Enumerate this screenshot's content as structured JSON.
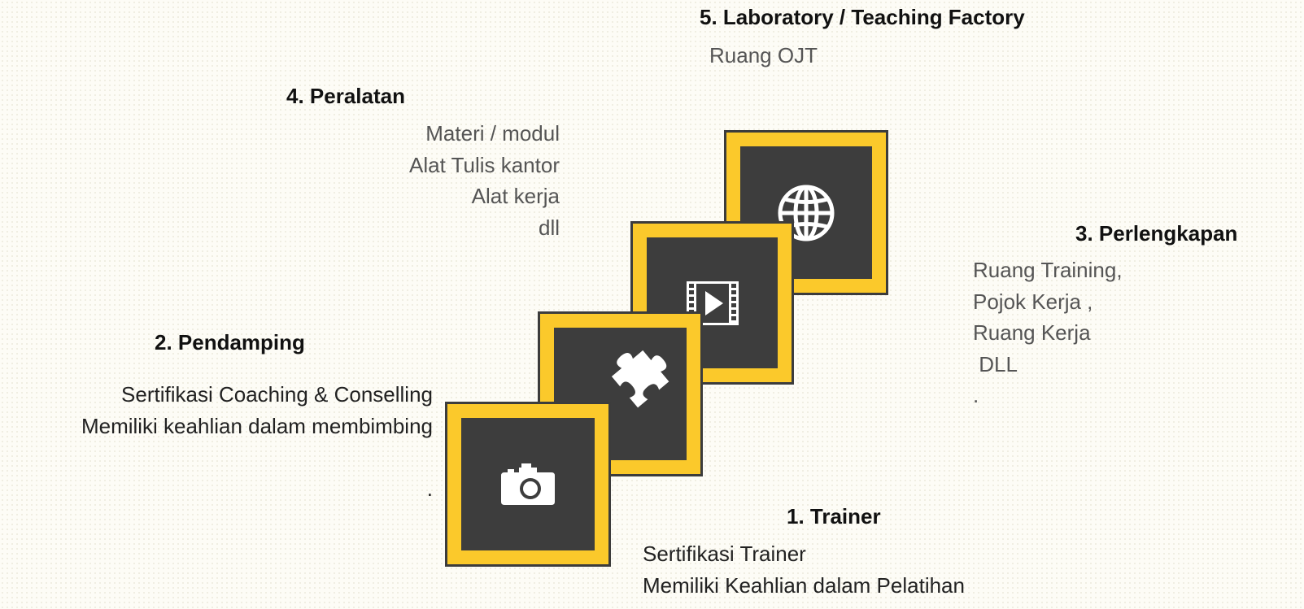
{
  "colors": {
    "accent": "#fbc92b",
    "tile_dark": "#3d3d3d",
    "tile_border": "#3c3c3c",
    "icon": "#ffffff"
  },
  "steps": [
    {
      "number": "1",
      "title": "1. Trainer",
      "icon": "camera-icon",
      "lines": [
        "Sertifikasi Trainer",
        "Memiliki Keahlian dalam Pelatihan"
      ]
    },
    {
      "number": "2",
      "title": "2. Pendamping",
      "icon": "puzzle-icon",
      "lines": [
        "Sertifikasi Coaching & Conselling",
        "Memiliki keahlian dalam membimbing",
        "",
        "."
      ]
    },
    {
      "number": "3",
      "title": "3. Perlengkapan",
      "icon": "film-icon",
      "lines": [
        "Ruang Training,",
        "Pojok Kerja ,",
        "Ruang Kerja",
        " DLL",
        "."
      ]
    },
    {
      "number": "4",
      "title": "4. Peralatan",
      "icon": "film-icon",
      "lines": [
        "Materi / modul",
        "Alat Tulis kantor",
        "Alat kerja",
        "dll"
      ]
    },
    {
      "number": "5",
      "title": "5. Laboratory / Teaching Factory",
      "icon": "globe-icon",
      "lines": [
        "Ruang OJT"
      ]
    }
  ]
}
